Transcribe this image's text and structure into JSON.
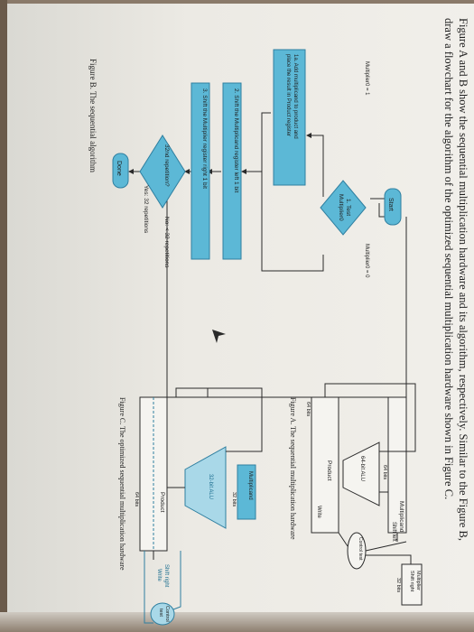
{
  "question": {
    "line1": "Figure A and B show the sequential multiplication hardware and its algorithm, respectively. Similar to the Figure B,",
    "line2": "draw a flowchart for the algorithm of the optimized sequential multiplication hardware shown in Figure C."
  },
  "figure_b": {
    "start": "Start",
    "test_line1": "1. Test",
    "test_line2": "Multiplier0",
    "branch_one": "Multiplier0 = 1",
    "branch_zero": "Multiplier0 = 0",
    "step1a_line1": "1a. Add multiplicand to product and",
    "step1a_line2": "place the result in Product register",
    "step2": "2. Shift the Multiplicand register left 1 bit",
    "step3": "3. Shift the Multiplier register right 1 bit",
    "repeat_question": "32nd repetition?",
    "no_label": "No: < 32 repetitions",
    "yes_label": "Yes: 32 repetitions",
    "done": "Done",
    "caption": "Figure B. The sequential algorithm"
  },
  "figure_a": {
    "multiplicand": "Multiplicand",
    "shift_left": "Shift left",
    "bits64_top": "64 bits",
    "alu": "64-bit ALU",
    "product": "Product",
    "write": "Write",
    "bits64_bottom": "64 bits",
    "control_test": "Control test",
    "multiplier_line1": "Multiplier",
    "multiplier_line2": "Shift right",
    "bits32": "32 bits",
    "caption": "Figure A. The sequential multiplication hardware"
  },
  "figure_c": {
    "multiplicand": "Multiplicand",
    "bits32": "32 bits",
    "alu": "32-bit ALU",
    "product": "Product",
    "shift_right": "Shift right",
    "write": "Write",
    "bits64": "64 bits",
    "control_line1": "Control",
    "control_line2": "test",
    "caption": "Figure C. The optimized sequential multiplication hardware"
  },
  "colors": {
    "box_blue": "#5cb8d6",
    "box_stroke": "#2f7fa0",
    "line": "#2a2a2a",
    "text": "#1e1e1e"
  }
}
